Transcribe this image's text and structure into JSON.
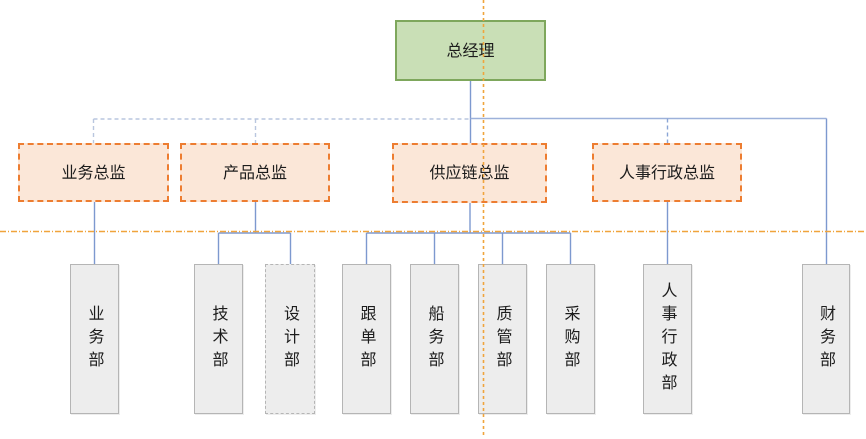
{
  "org_chart": {
    "root": {
      "label": "总经理"
    },
    "directors": [
      {
        "label": "业务总监"
      },
      {
        "label": "产品总监"
      },
      {
        "label": "供应链总监"
      },
      {
        "label": "人事行政总监"
      }
    ],
    "departments": [
      {
        "label": "业务部",
        "parent": "业务总监",
        "border_style": "solid"
      },
      {
        "label": "技术部",
        "parent": "产品总监",
        "border_style": "solid"
      },
      {
        "label": "设计部",
        "parent": "产品总监",
        "border_style": "dashed"
      },
      {
        "label": "跟单部",
        "parent": "供应链总监",
        "border_style": "solid"
      },
      {
        "label": "船务部",
        "parent": "供应链总监",
        "border_style": "solid"
      },
      {
        "label": "质管部",
        "parent": "供应链总监",
        "border_style": "solid"
      },
      {
        "label": "采购部",
        "parent": "供应链总监",
        "border_style": "solid"
      },
      {
        "label": "人事行政部",
        "parent": "人事行政总监",
        "border_style": "solid"
      },
      {
        "label": "财务部",
        "parent": "总经理",
        "border_style": "solid"
      }
    ],
    "colors": {
      "canvas_bg": "#ffffff",
      "root_fill": "#c9dfb6",
      "root_border": "#7ea75c",
      "director_fill": "#fbe7d8",
      "director_border": "#ed7d31",
      "dept_fill": "#ededed",
      "dept_border": "#b5b5b5",
      "connector_solid": "#7d99cf",
      "connector_dashed_light": "#b9c6df",
      "alignment_guide": "#f0a43c",
      "text": "#1c1c1c"
    }
  }
}
